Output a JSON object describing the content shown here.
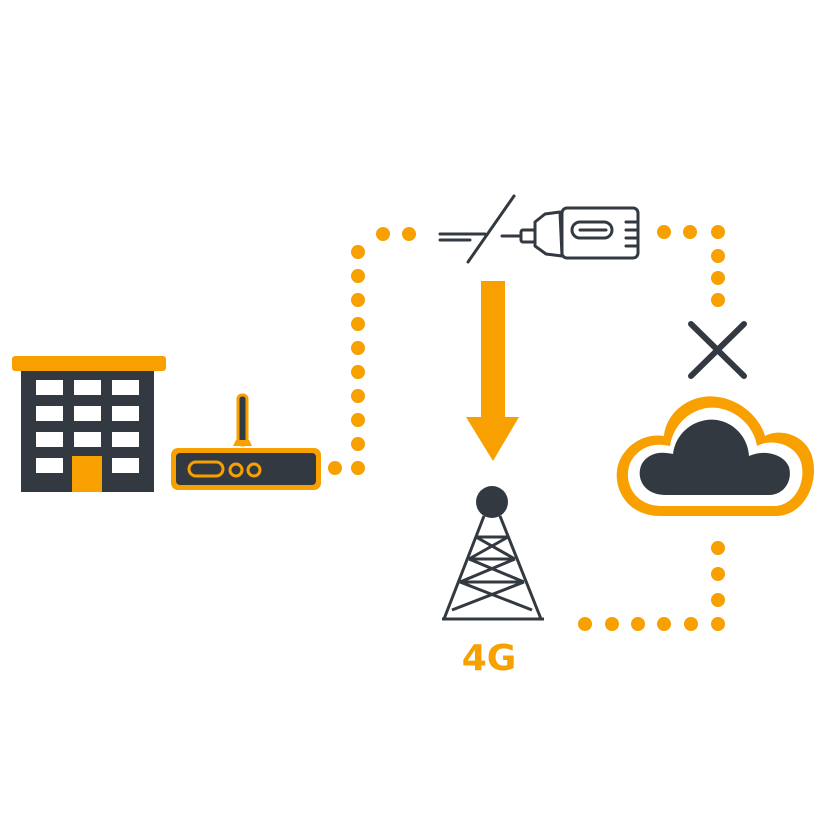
{
  "colors": {
    "accent": "#F7A000",
    "dark": "#333940",
    "white": "#FFFFFF"
  },
  "nodes": {
    "building": {
      "icon": "office-building-icon"
    },
    "router": {
      "icon": "router-icon"
    },
    "cable": {
      "icon": "ethernet-cable-cut-icon"
    },
    "tower": {
      "icon": "cell-tower-icon",
      "label": "4G"
    },
    "cloud": {
      "icon": "cloud-icon"
    },
    "failure": {
      "icon": "x-mark-icon"
    }
  },
  "connections": [
    {
      "from": "router",
      "to": "cable",
      "style": "dotted",
      "status": "broken"
    },
    {
      "from": "cable",
      "to": "cloud",
      "style": "dotted",
      "status": "broken"
    },
    {
      "from": "cable",
      "to": "tower",
      "style": "arrow",
      "status": "failover"
    },
    {
      "from": "tower",
      "to": "cloud",
      "style": "dotted",
      "status": "active"
    }
  ]
}
